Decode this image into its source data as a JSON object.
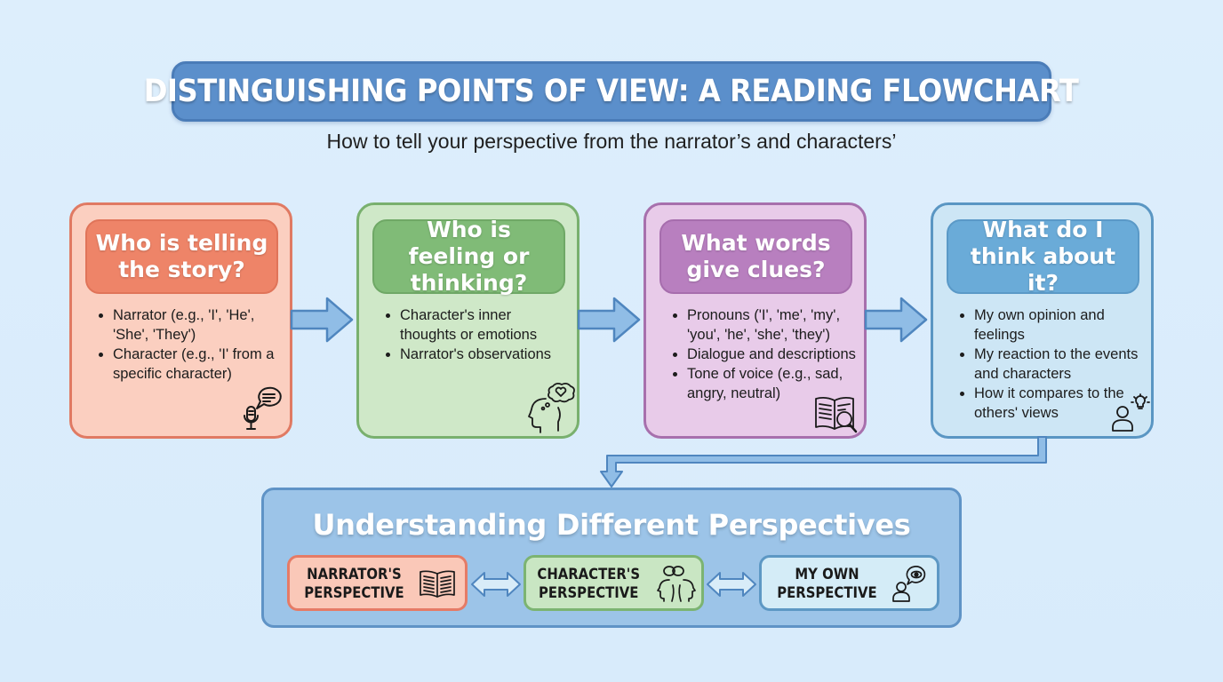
{
  "header": {
    "title": "Distinguishing Points of View: A Reading Flowchart",
    "subtitle": "How to tell your perspective from the narrator’s and characters’"
  },
  "steps": [
    {
      "heading": "Who is telling the story?",
      "color": "#ee8468",
      "icon": "microphone-speech-bubble-icon",
      "items": [
        "Narrator (e.g., 'I', 'He', 'She', 'They')",
        "Character (e.g., 'I' from a specific character)"
      ]
    },
    {
      "heading": "Who is feeling or thinking?",
      "color": "#80bb77",
      "icon": "head-thought-heart-icon",
      "items": [
        "Character's inner thoughts or emotions",
        "Narrator's observations"
      ]
    },
    {
      "heading": "What words give clues?",
      "color": "#b87fbf",
      "icon": "book-magnifier-icon",
      "items": [
        "Pronouns ('I', 'me', 'my', 'you', 'he', 'she', 'they')",
        "Dialogue and descriptions",
        "Tone of voice (e.g., sad, angry, neutral)"
      ]
    },
    {
      "heading": "What do I think about it?",
      "color": "#6aabd8",
      "icon": "person-lightbulb-icon",
      "items": [
        "My own opinion and feelings",
        "My reaction to the events and characters",
        "How it compares to the others' views"
      ]
    }
  ],
  "summary": {
    "title": "Understanding Different Perspectives",
    "perspectives": [
      {
        "line1": "NARRATOR'S",
        "line2": "PERSPECTIVE",
        "icon": "open-book-icon",
        "color": "#fac8b8"
      },
      {
        "line1": "CHARACTER'S",
        "line2": "PERSPECTIVE",
        "icon": "two-heads-icon",
        "color": "#c9e6c3"
      },
      {
        "line1": "MY OWN",
        "line2": "PERSPECTIVE",
        "icon": "person-eye-bubble-icon",
        "color": "#d4ecf7"
      }
    ]
  },
  "colors": {
    "background": "#ddeefc",
    "title_bar": "#5b8fcb",
    "arrow_fill": "#90bde6",
    "arrow_stroke": "#4f86bf",
    "summary_panel": "#9cc4e8"
  }
}
